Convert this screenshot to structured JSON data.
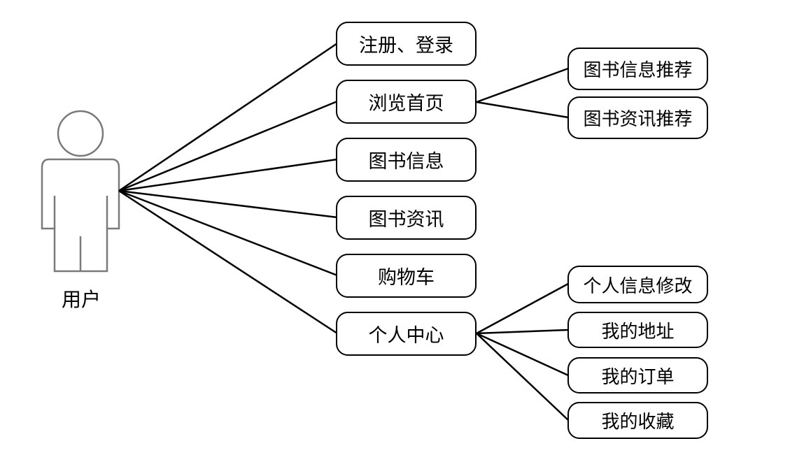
{
  "actor": {
    "label": "用户"
  },
  "primary_nodes": [
    {
      "label": "注册、登录"
    },
    {
      "label": "浏览首页"
    },
    {
      "label": "图书信息"
    },
    {
      "label": "图书资讯"
    },
    {
      "label": "购物车"
    },
    {
      "label": "个人中心"
    }
  ],
  "browse_children": [
    {
      "label": "图书信息推荐"
    },
    {
      "label": "图书资讯推荐"
    }
  ],
  "center_children": [
    {
      "label": "个人信息修改"
    },
    {
      "label": "我的地址"
    },
    {
      "label": "我的订单"
    },
    {
      "label": "我的收藏"
    }
  ]
}
